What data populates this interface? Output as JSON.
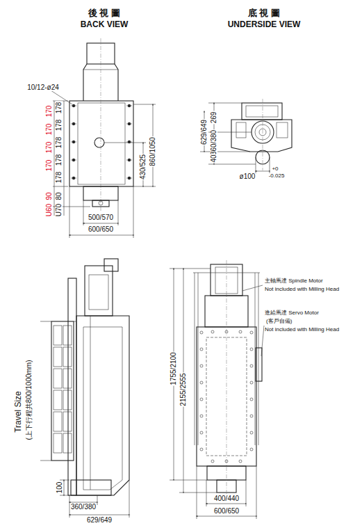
{
  "diagram": {
    "labels": [
      "後 視 圖",
      "BACK VIEW",
      "底 視 圖",
      "UNDERSIDE VIEW",
      "10/12-ø24",
      "170",
      "170",
      "170",
      "170",
      "178",
      "178",
      "178",
      "178",
      "178",
      "90",
      "U60",
      "80",
      "U70",
      "860/1050",
      "430/525",
      "500/570",
      "600/650",
      "269",
      "629/649",
      "360/380",
      "40",
      "ø100",
      "+0",
      "-0.025",
      "Travel Size",
      "(上下行程共800/1000mm)",
      "100",
      "360/380",
      "629/649",
      "主軸馬達 Spindle Motor",
      "Not included with Milling Head",
      "進給馬達 Servo Motor",
      "(客戶自備)",
      "Not included with Milling Head",
      "1755/2100",
      "2155/2555",
      "400/440",
      "600/650"
    ]
  }
}
